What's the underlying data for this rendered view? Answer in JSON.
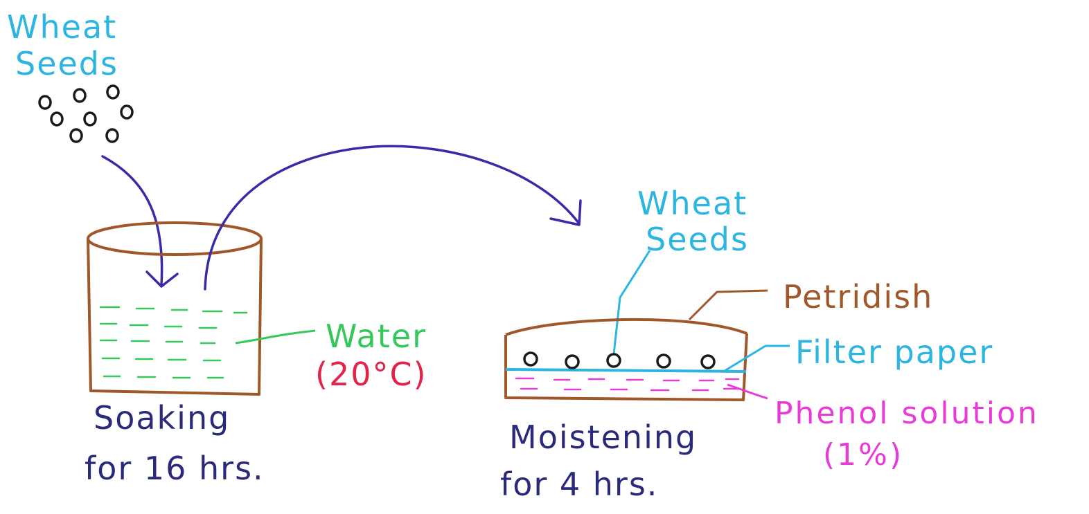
{
  "labels": {
    "wheat_seeds_top_line1": "Wheat",
    "wheat_seeds_top_line2": "Seeds",
    "water": "Water",
    "water_temp": "(20°C)",
    "soaking_line1": "Soaking",
    "soaking_line2": "for 16 hrs.",
    "wheat_seeds_dish_line1": "Wheat",
    "wheat_seeds_dish_line2": "Seeds",
    "petridish": "Petridish",
    "filter_paper": "Filter paper",
    "phenol_line1": "Phenol solution",
    "phenol_line2": "(1%)",
    "moistening_line1": "Moistening",
    "moistening_line2": "for 4 hrs."
  },
  "colors": {
    "seed_label": "#2bb5e0",
    "seeds": "#1a1a1a",
    "arrow": "#3a2aa8",
    "container": "#a0582a",
    "water": "#34c759",
    "water_temp": "#e0244a",
    "caption": "#2a2a7a",
    "filter_paper": "#2bb5e0",
    "phenol": "#e83ad6"
  }
}
